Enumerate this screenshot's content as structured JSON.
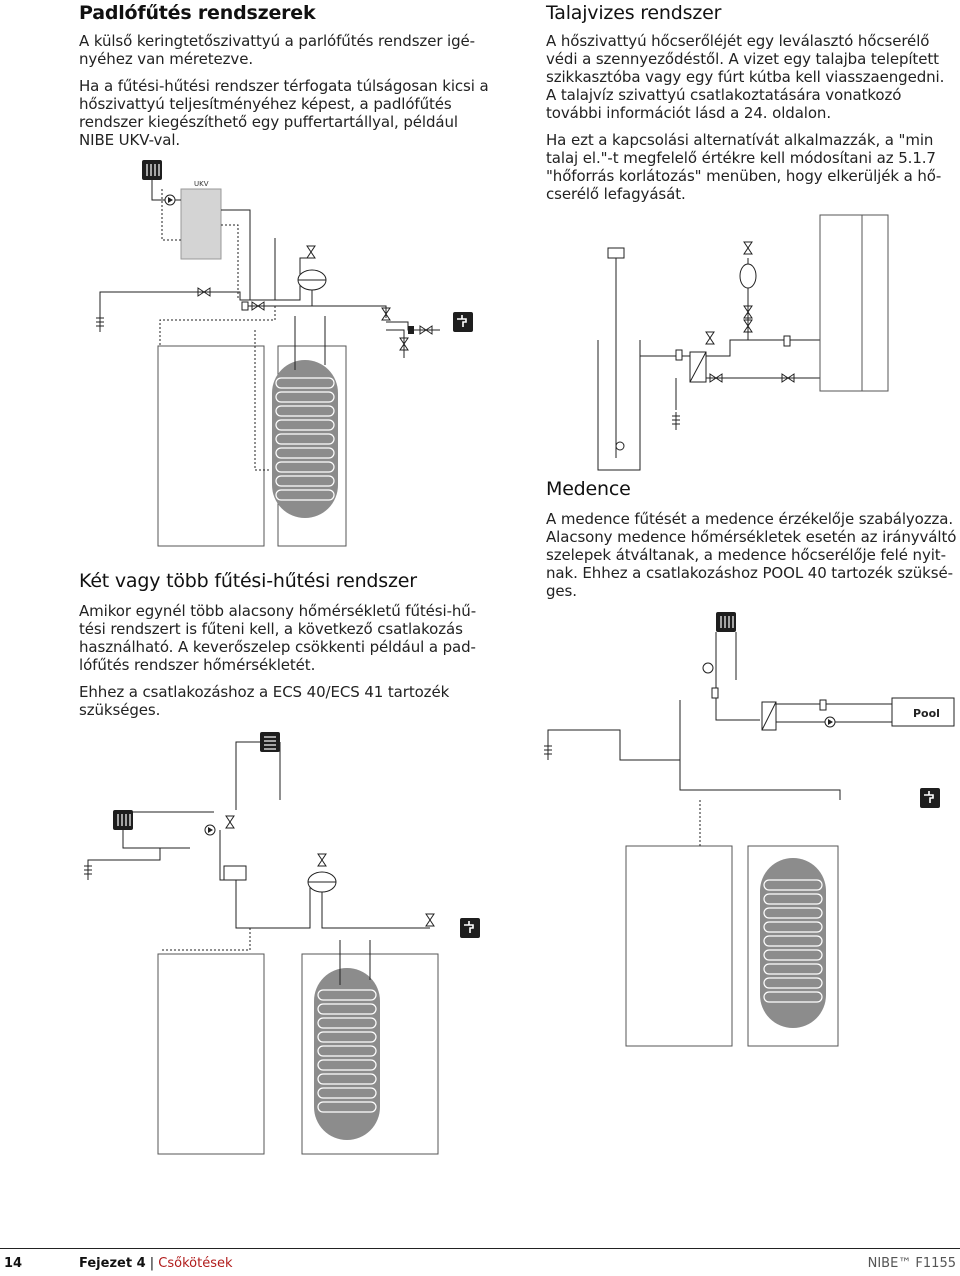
{
  "sections": {
    "floor": {
      "title": "Padlófűtés rendszerek",
      "p1": "A külső keringtetőszivattyú a parlófűtés rendszer igé-\nnyéhez van méretezve.",
      "p2": "Ha a fűtési-hűtési rendszer térfogata túlságosan kicsi a hőszivattyú teljesítményéhez képest, a padlófűtés rendszer kiegészíthető egy puffertartállyal, például NIBE UKV-val."
    },
    "ground_water": {
      "title": "Talajvizes rendszer",
      "p1": "A hőszivattyú hőcserőléjét egy leválasztó hőcserélő védi a szennyeződéstől. A vizet egy talajba telepített szikkasztóba vagy egy fúrt kútba kell viasszaengedni. A talajvíz szivattyú csatlakoztatására vonatkozó további információt lásd a 24. oldalon.",
      "p2": "Ha ezt a kapcsolási alternatívát alkalmazzák, a \"min talaj el.\"-t megfelelő értékre kell módosítani az 5.1.7 \"hőforrás korlátozás\" menüben, hogy elkerüljék a hő-cserélő lefagyását."
    },
    "two_systems": {
      "title": "Két vagy több fűtési-hűtési rendszer",
      "p1": "Amikor egynél több alacsony hőmérsékletű fűtési-hű-tési rendszert is fűteni kell, a következő csatlakozás használható. A keverőszelep csökkenti például a pad-lófűtés rendszer hőmérsékletét.",
      "p2": "Ehhez a csatlakozáshoz a ECS 40/ECS 41 tartozék szükséges."
    },
    "pool": {
      "title": "Medence",
      "p1": "A medence fűtését a medence érzékelője szabályozza. Alacsony medence hőmérsékletek esetén az irányváltó szelepek átváltanak, a medence hőcserélője felé nyit-nak. Ehhez a csatlakozáshoz POOL 40 tartozék szüksé-ges."
    }
  },
  "diagram_labels": {
    "ukv": "UKV",
    "pool": "Pool"
  },
  "footer": {
    "page": "14",
    "chapter": "Fejezet 4",
    "section": "Csőkötések",
    "brand": "NIBE™ F1155"
  },
  "colors": {
    "tank_fill": "#c8c8c8",
    "coil_fill": "#8a8a8a",
    "text": "#222222"
  }
}
